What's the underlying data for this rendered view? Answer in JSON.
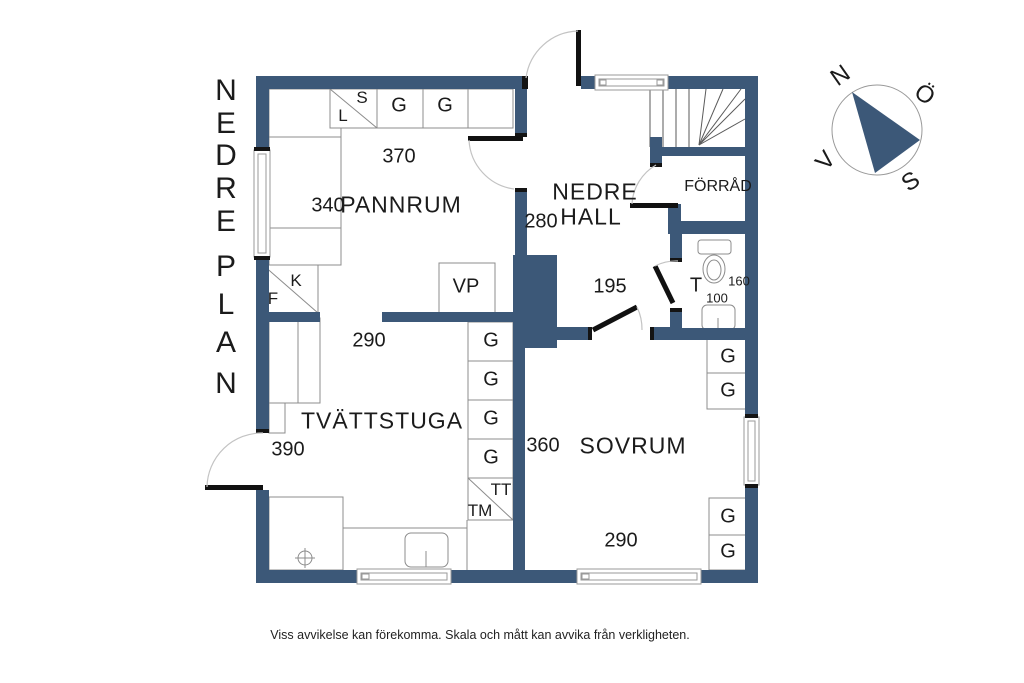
{
  "title": {
    "text": "NEDRE PLAN",
    "letters": [
      "N",
      "E",
      "D",
      "R",
      "E",
      "P",
      "L",
      "A",
      "N"
    ]
  },
  "rooms": {
    "pannrum": {
      "name": "PANNRUM",
      "width": "370",
      "height": "340"
    },
    "hall": {
      "name_line1": "NEDRE",
      "name_line2": "HALL",
      "width": "280",
      "passage": "195"
    },
    "forrad": {
      "name": "FÖRRÅD"
    },
    "toalett": {
      "label": "T",
      "dim_a": "160",
      "dim_b": "100"
    },
    "tvattstuga": {
      "name": "TVÄTTSTUGA",
      "width": "290",
      "height": "390"
    },
    "sovrum": {
      "name": "SOVRUM",
      "width": "290",
      "height": "360"
    }
  },
  "fixtures": {
    "pannrum_cabinets": [
      "L",
      "S",
      "G",
      "G"
    ],
    "kyl_frys": [
      "F",
      "K"
    ],
    "varmepanna": "VP",
    "tvatt_closets": [
      "G",
      "G",
      "G",
      "G"
    ],
    "torktumlare": "TT",
    "tvattmaskin": "TM",
    "sovrum_closets_top": [
      "G",
      "G"
    ],
    "sovrum_closets_bottom": [
      "G",
      "G"
    ]
  },
  "compass": {
    "north": "N",
    "east": "Ö",
    "south": "S",
    "west": "V"
  },
  "footer": {
    "disclaimer": "Viss avvikelse kan förekomma. Skala och mått kan avvika från verkligheten."
  },
  "colors": {
    "wall": "#3c5878",
    "door": "#111111"
  }
}
